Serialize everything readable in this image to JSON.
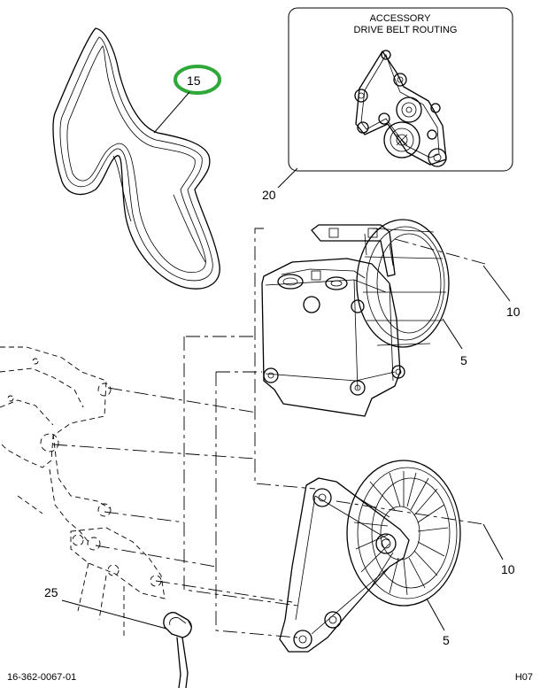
{
  "inset": {
    "title_line1": "ACCESSORY",
    "title_line2": "DRIVE BELT ROUTING"
  },
  "callouts": {
    "belt": "15",
    "routing": "20",
    "compressor_top_10": "10",
    "compressor_top_5": "5",
    "compressor_bottom_10": "10",
    "compressor_bottom_5": "5",
    "clip": "25"
  },
  "highlight": {
    "color": "#2fa83a",
    "target": "15"
  },
  "footer": {
    "left_code": "16-362-0067-01",
    "right_code": "H07"
  }
}
